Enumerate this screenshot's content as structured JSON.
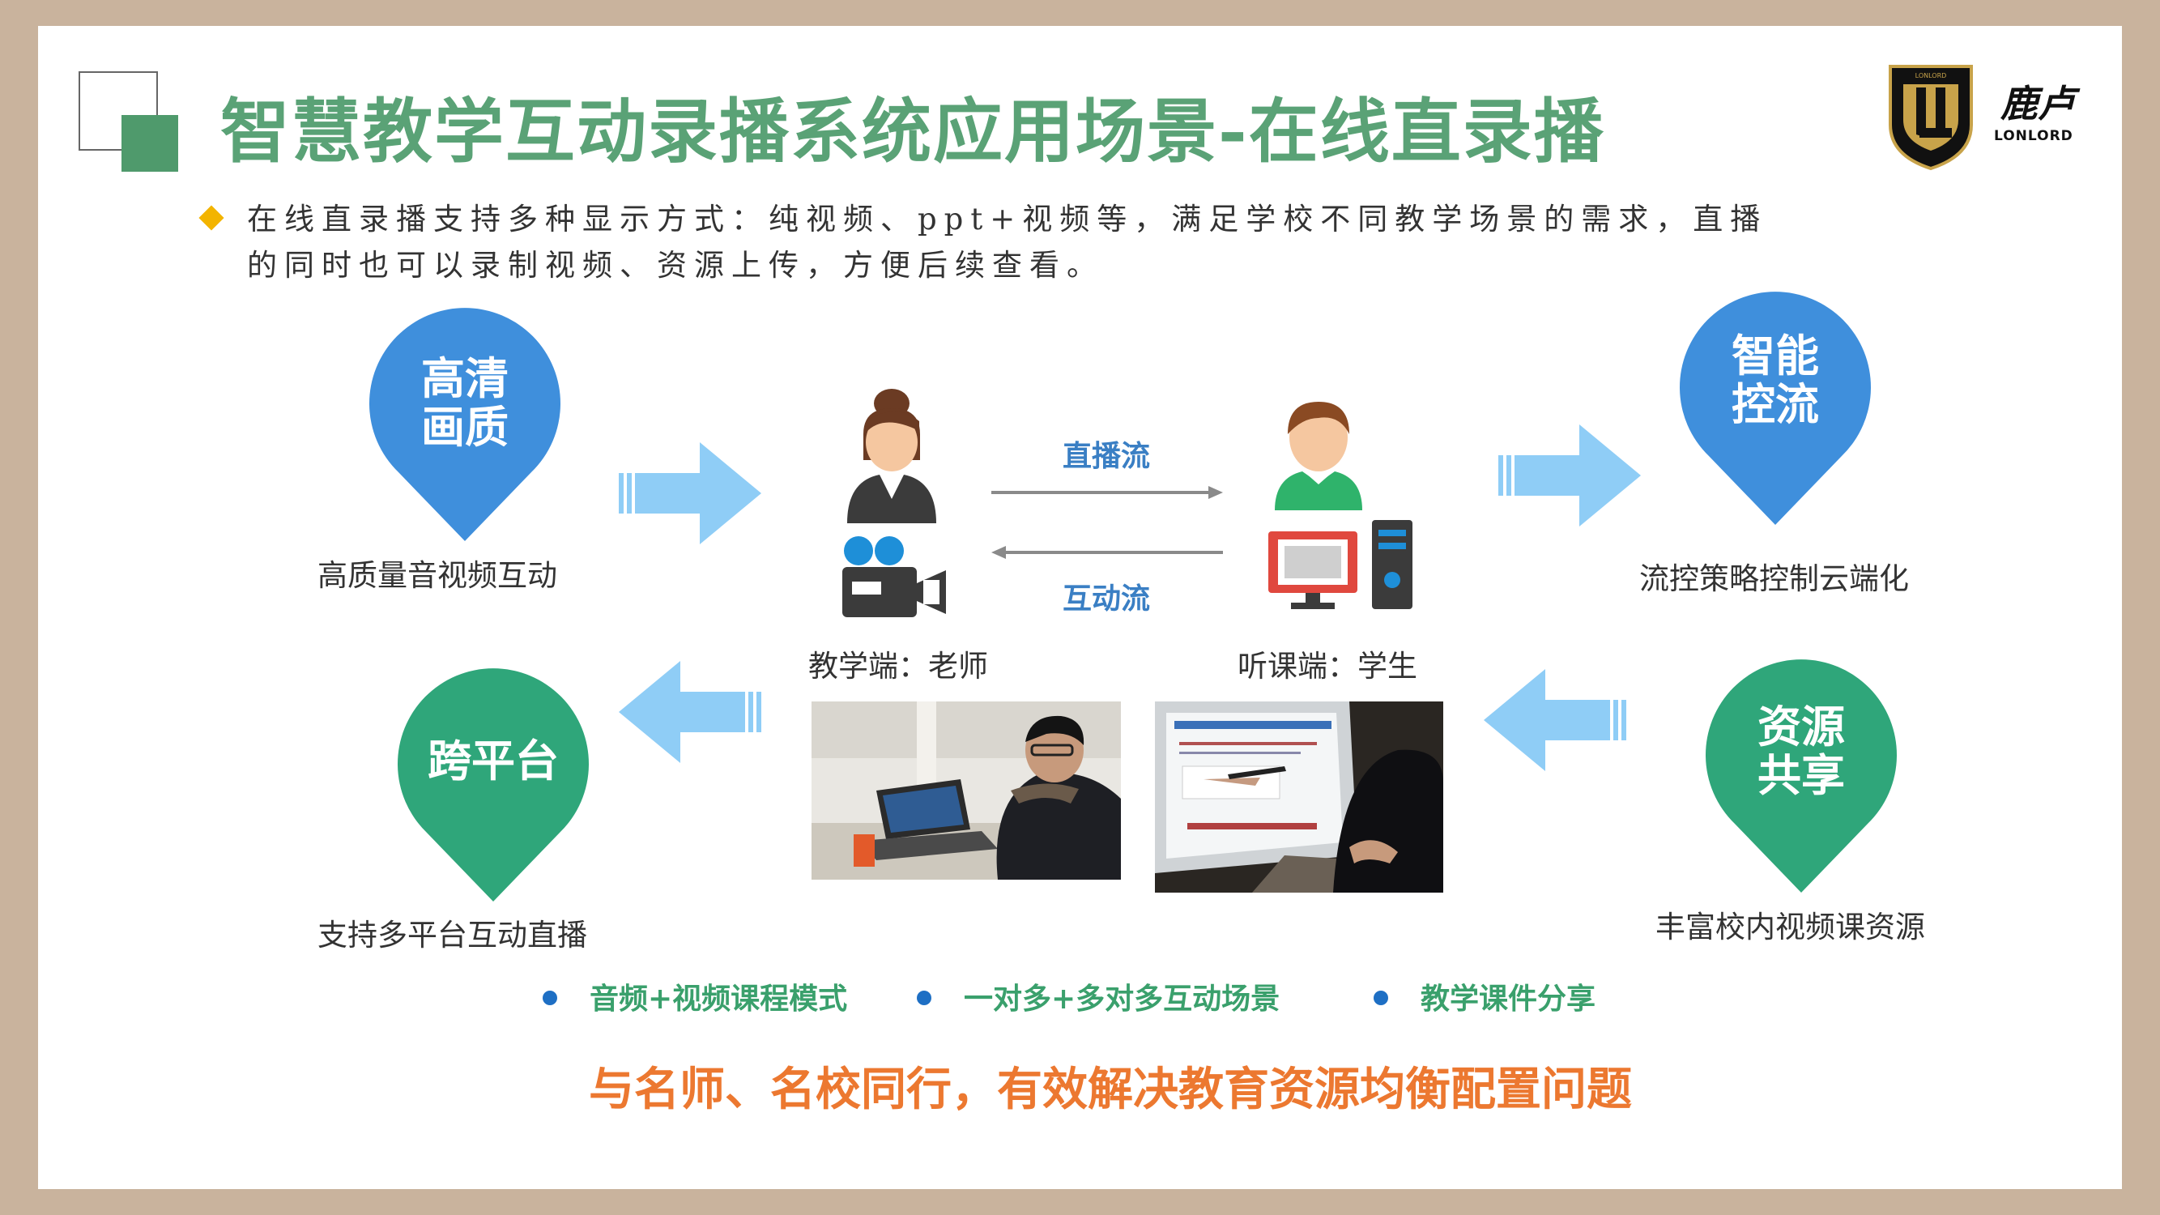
{
  "page": {
    "title": "智慧教学互动录播系统应用场景-在线直录播",
    "intro_line1": "在线直录播支持多种显示方式：纯视频、ppt+视频等，满足学校不同教学场景的需求，直播",
    "intro_line2": "的同时也可以录制视频、资源上传，方便后续查看。"
  },
  "logo": {
    "text_cn": "鹿卢",
    "text_en": "LONLORD",
    "badge_text": "LONLORD"
  },
  "pins": {
    "hd": {
      "label": "高清画质",
      "line1": "高清",
      "line2": "画质",
      "caption": "高质量音视频互动",
      "color": "#3f8fdc"
    },
    "smart": {
      "label": "智能控流",
      "line1": "智能",
      "line2": "控流",
      "caption": "流控策略控制云端化",
      "color": "#3f8fdc"
    },
    "platform": {
      "label": "跨平台",
      "line1": "跨平台",
      "line2": "",
      "caption": "支持多平台互动直播",
      "color": "#2fa67a"
    },
    "share": {
      "label": "资源共享",
      "line1": "资源",
      "line2": "共享",
      "caption": "丰富校内视频课资源",
      "color": "#2fa67a"
    }
  },
  "flows": {
    "live": "直播流",
    "interactive": "互动流"
  },
  "roles": {
    "teacher": "教学端：老师",
    "student": "听课端：学生"
  },
  "features": [
    "音频+视频课程模式",
    "一对多+多对多互动场景",
    "教学课件分享"
  ],
  "slogan": "与名师、名校同行，有效解决教育资源均衡配置问题",
  "colors": {
    "title_green": "#5aa276",
    "border_tan": "#c9b39d",
    "arrow_blue": "#8fcdf6",
    "feature_green": "#3aa06c",
    "slogan_orange": "#ec7830",
    "bullet_blue": "#1e6fc4",
    "diamond_yellow": "#f3b400"
  },
  "icons": [
    "teacher-icon",
    "camera-icon",
    "student-icon",
    "computer-icon"
  ]
}
